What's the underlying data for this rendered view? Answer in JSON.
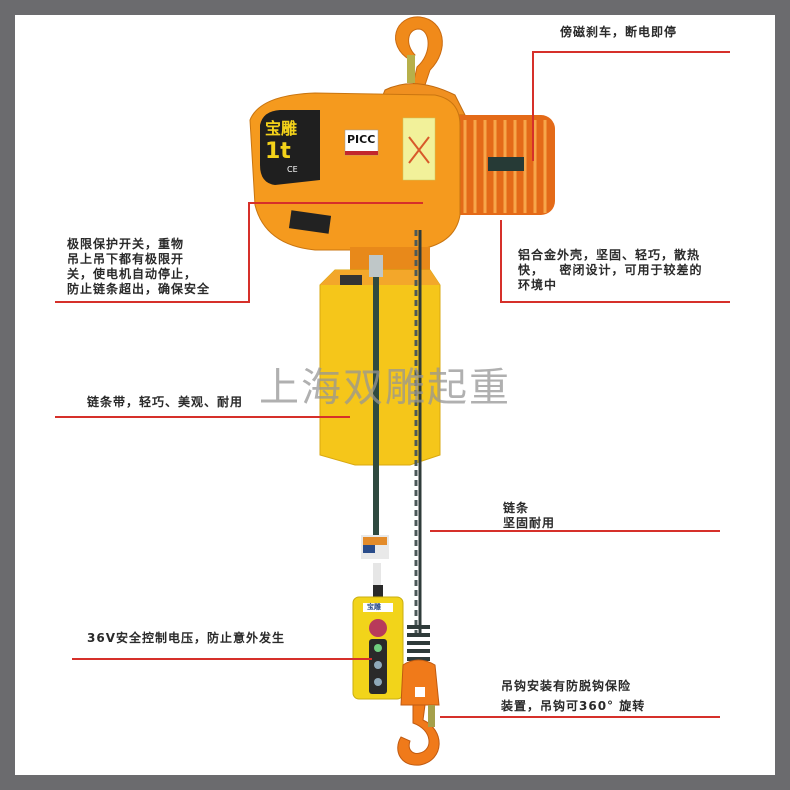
{
  "watermark": "上海双雕起重",
  "product": {
    "brand_badge": "宝雕",
    "capacity_label": "1t",
    "ce_mark": "CE",
    "insurance_badge": "PICC",
    "pendant_label": "宝雕",
    "colors": {
      "body_orange": "#f39a1e",
      "chain_bag_yellow": "#f5c61a",
      "chain_dark": "#2f3b3a",
      "pendant_yellow": "#f2d41a",
      "stop_button": "#b83a5a"
    }
  },
  "annotations": [
    {
      "id": "brake",
      "text": "傍磁刹车，断电即停"
    },
    {
      "id": "limit-switch",
      "text": "极限保护开关，重物\n吊上吊下都有极限开\n关，使电机自动停止，\n防止链条超出，确保安全"
    },
    {
      "id": "housing",
      "text": "铝合金外壳，坚固、轻巧，散热\n快，   密闭设计，可用于较差的\n环境中"
    },
    {
      "id": "chain-bag",
      "text": "链条带，轻巧、美观、耐用"
    },
    {
      "id": "chain",
      "text": "链条\n坚固耐用"
    },
    {
      "id": "control-voltage",
      "text": "36V安全控制电压，防止意外发生"
    },
    {
      "id": "hook",
      "text": "吊钩安装有防脱钩保险\n装置，吊钩可360° 旋转"
    }
  ],
  "leader_line_color": "#d6302a",
  "frame_color": "#6b6b6e"
}
